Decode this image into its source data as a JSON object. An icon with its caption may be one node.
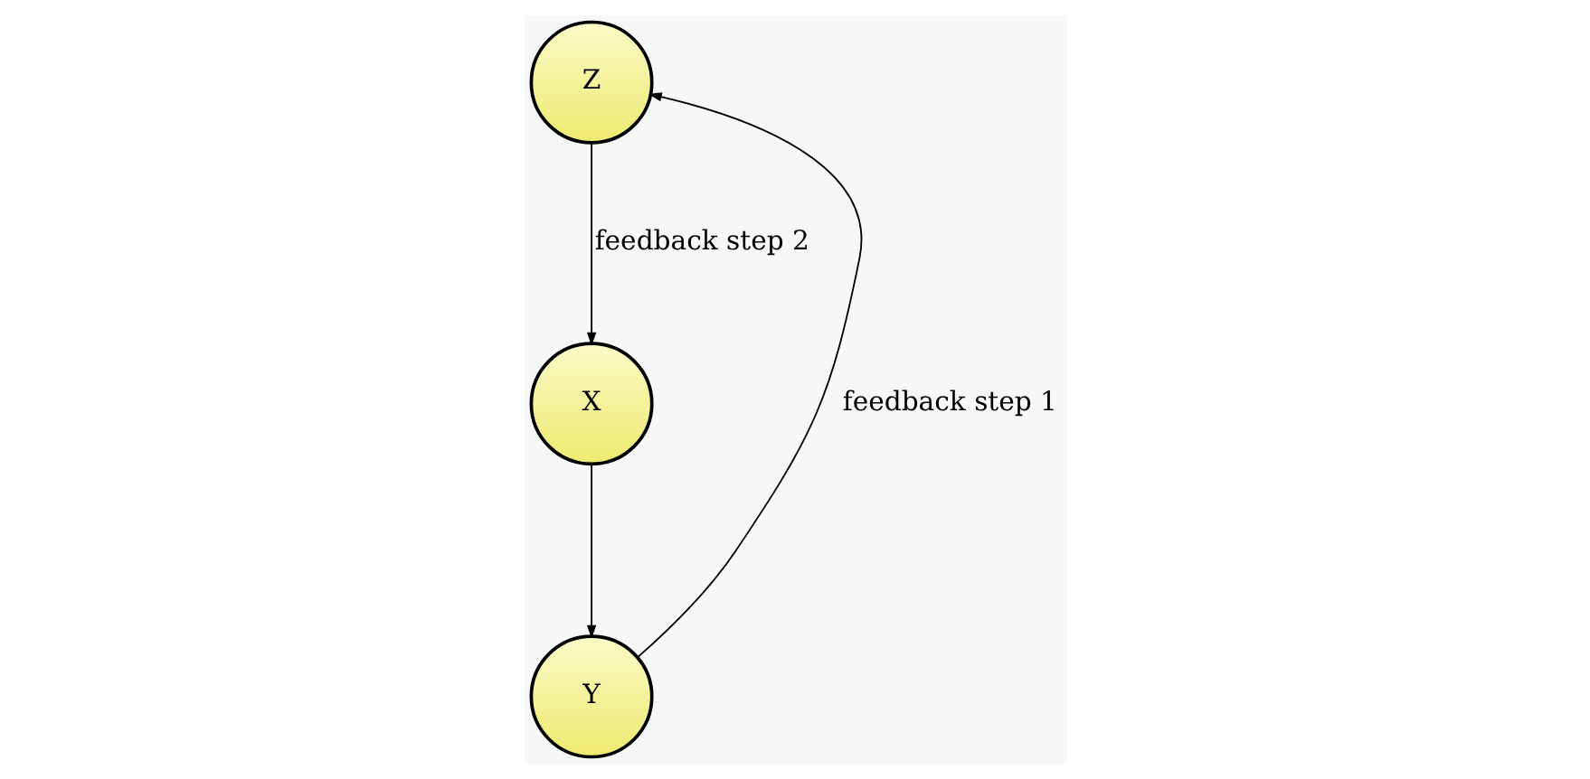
{
  "diagram": {
    "nodes": [
      {
        "text": [
          "Z"
        ]
      },
      {
        "text": [
          "X"
        ]
      },
      {
        "text": [
          "Y"
        ]
      }
    ],
    "edges": [
      {
        "from": 0,
        "to": 1,
        "arrow": "to",
        "label": "feedback step 2"
      },
      {
        "from": 1,
        "to": 2,
        "arrow": "to"
      },
      {
        "from": 2,
        "to": 0,
        "arrow": "to",
        "label": "feedback step 1"
      }
    ]
  }
}
